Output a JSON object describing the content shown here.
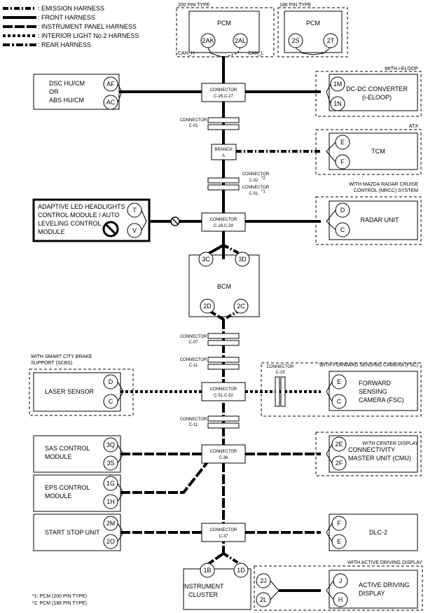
{
  "legend": [
    {
      "label": ": EMISSION HARNESS",
      "style": "emission"
    },
    {
      "label": ": FRONT HARNESS",
      "style": "front"
    },
    {
      "label": ": INSTRUMENT PANEL HARNESS",
      "style": "instrument"
    },
    {
      "label": ": INTERIOR LIGHT No.2 HARNESS",
      "style": "interior"
    },
    {
      "label": ": REAR HARNESS",
      "style": "rear"
    }
  ],
  "notes": [
    "*1: PCM (200 PIN TYPE)",
    "*2: PCM (186 PIN TYPE)"
  ],
  "options": {
    "pcm200": "200 PIN TYPE",
    "pcm186": "186 PIN TYPE",
    "ieloop": "WITH i-ELOOP",
    "atx": "ATX",
    "mrcc_1": "WITH MAZDA RADAR CRUISE",
    "mrcc_2": "CONTROL (MRCC) SYSTEM",
    "scbs_1": "WITH SMART CITY BRAKE",
    "scbs_2": "SUPPORT (SCBS)",
    "fsc": "WITH FORWARD SENSING CAMERA (FSC)",
    "center_display": "WITH CENTER DISPLAY",
    "ad_display": "WITH ACTIVE DRIVING DISPLAY"
  },
  "modules": {
    "pcm200": {
      "name": "PCM",
      "can_h": "CAN_H",
      "can_l": "CAN_L"
    },
    "pcm186": {
      "name": "PCM"
    },
    "dsc": {
      "line1": "DSC HU/CM",
      "line2": "OR",
      "line3": "ABS HU/CM"
    },
    "dcdc": {
      "line1": "DC-DC CONVERTER",
      "line2": "(i-ELOOP)"
    },
    "tcm": {
      "name": "TCM"
    },
    "headlights": {
      "line1": "ADAPTIVE LED HEADLIGHTS",
      "line2": "CONTROL MODULE / AUTO",
      "line3": "LEVELING CONTROL",
      "line4": "MODULE"
    },
    "radar": {
      "name": "RADAR UNIT"
    },
    "bcm": {
      "name": "BCM"
    },
    "laser": {
      "name": "LASER SENSOR"
    },
    "fsc": {
      "line1": "FORWARD",
      "line2": "SENSING",
      "line3": "CAMERA (FSC)"
    },
    "sas": {
      "line1": "SAS CONTROL",
      "line2": "MODULE"
    },
    "cmu": {
      "line1": "CONNECTIVITY",
      "line2": "MASTER UNIT (CMU)"
    },
    "eps": {
      "line1": "EPS CONTROL",
      "line2": "MODULE"
    },
    "startstop": {
      "name": "START STOP UNIT"
    },
    "dlc": {
      "name": "DLC-2"
    },
    "cluster": {
      "line1": "INSTRUMENT",
      "line2": "CLUSTER"
    },
    "add": {
      "line1": "ACTIVE DRIVING",
      "line2": "DISPLAY"
    }
  },
  "pins": {
    "pcm200_a": "2AK",
    "pcm200_b": "2AL",
    "pcm186_a": "2S",
    "pcm186_b": "2T",
    "dsc_a": "AF",
    "dsc_b": "AC",
    "dcdc_a": "1M",
    "dcdc_b": "1N",
    "tcm_a": "E",
    "tcm_b": "F",
    "head_a": "T",
    "head_b": "V",
    "radar_a": "D",
    "radar_b": "C",
    "bcm_a": "3C",
    "bcm_b": "3D",
    "bcm_c": "2D",
    "bcm_d": "2C",
    "laser_a": "D",
    "laser_b": "C",
    "fsc_a": "E",
    "fsc_b": "C",
    "sas_a": "3Q",
    "sas_b": "3S",
    "cmu_a": "2E",
    "cmu_b": "2F",
    "eps_a": "1G",
    "eps_b": "1H",
    "ss_a": "2M",
    "ss_b": "2O",
    "dlc_a": "F",
    "dlc_b": "E",
    "ic_a": "1B",
    "ic_b": "1D",
    "ic_c": "2J",
    "ic_d": "2L",
    "add_a": "J",
    "add_b": "H"
  },
  "connectors": {
    "c26": {
      "line1": "CONNECTOR",
      "line2": "C-26,C-27"
    },
    "c01": {
      "line1": "CONNECTOR",
      "line2": "C-01"
    },
    "branch": {
      "line1": "BRANCH",
      "line2": "A"
    },
    "c02_line1": "CONNECTOR",
    "c02_line2": "C-02",
    "c02_sup": "*2",
    "c02_line3": "CONNECTOR",
    "c02_line4": "C-01",
    "c02_sup2": "*1",
    "c28": {
      "line1": "CONNECTOR",
      "line2": "C-28,C-29"
    },
    "c07": {
      "line1": "CONNECTOR",
      "line2": "C-07"
    },
    "c11a": {
      "line1": "CONNECTOR",
      "line2": "C-11"
    },
    "c51": {
      "line1": "CONNECTOR",
      "line2": "C-51,C-52"
    },
    "c23": {
      "line1": "CONNECTOR",
      "line2": "C-23"
    },
    "c11b": {
      "line1": "CONNECTOR",
      "line2": "C-11"
    },
    "c36": {
      "line1": "CONNECTOR",
      "line2": "C-36"
    },
    "c37": {
      "line1": "CONNECTOR",
      "line2": "C-37"
    }
  }
}
